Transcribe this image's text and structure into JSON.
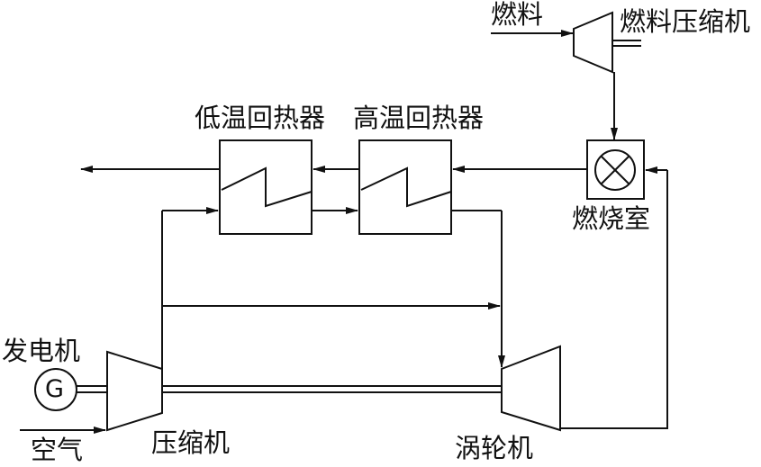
{
  "labels": {
    "fuel": "燃料",
    "fuel_compressor": "燃料压缩机",
    "low_temp_recuperator": "低温回热器",
    "high_temp_recuperator": "高温回热器",
    "combustor": "燃烧室",
    "generator": "发电机",
    "generator_symbol": "G",
    "air": "空气",
    "compressor": "压缩机",
    "turbine": "涡轮机"
  },
  "colors": {
    "line": "#111111",
    "background": "#ffffff"
  }
}
